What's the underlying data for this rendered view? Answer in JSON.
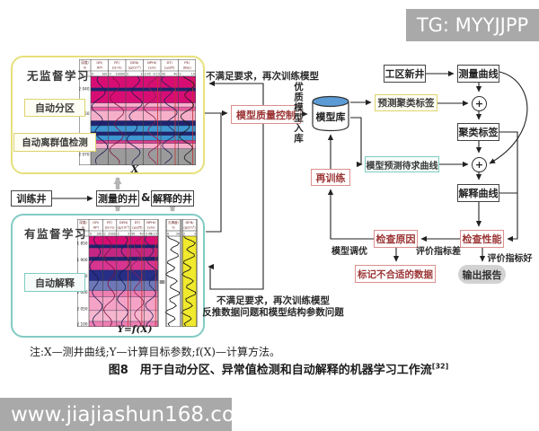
{
  "watermark_top": "TG: MYYJJPP",
  "watermark_bottom": "www.jiajiashun168.com",
  "colors": {
    "red_border": "#dd8f8f",
    "red_text": "#9c3535",
    "yellow_border": "#e7e07b",
    "teal_border": "#82cbc4",
    "gray_arrow": "#b4b4b4",
    "cylinder_top": "#5b9bd5",
    "report_bg": "#d2d2d2"
  },
  "unsupervised": {
    "title": "无监督学习",
    "auto_zone": "自动分区",
    "auto_outlier": "自动离群值检测",
    "x_label": "X"
  },
  "supervised": {
    "title": "有监督学习",
    "auto_interp": "自动解释",
    "y_label": "Y=f(X)"
  },
  "wells": {
    "train": "训练井",
    "measured": "测量的井",
    "amp": "&",
    "interpreted": "解释的井"
  },
  "flow": {
    "qc": "模型质量控制",
    "qc_to_lib_label": "优质模型入库",
    "model_lib": "模型库",
    "retrain": "再训练",
    "predict_cluster": "预测聚类标签",
    "predict_curve": "模型预测待求曲线",
    "new_well": "工区新井",
    "measured_curve": "测量曲线",
    "cluster_label": "聚类标签",
    "interp_curve": "解释曲线",
    "check_perf": "检查性能",
    "check_cause": "检查原因",
    "mark_bad": "标记不合适的数据",
    "output_report": "输出报告",
    "tune_label": "模型调优",
    "bad_metric": "评价指标差",
    "good_metric": "评价指标好",
    "feedback_top": "不满足要求，再次训练模型",
    "feedback_bottom1": "不满足要求，再次训练模型",
    "feedback_bottom2": "反推数据问题和模型结构参数问题",
    "plus": "+"
  },
  "note": "注:X—测井曲线;Y—计算目标参数;f(X)—计算方法。",
  "caption": "图8　用于自动分区、异常值检测和自动解释的机器学习工作流",
  "caption_ref": "[32]",
  "logs": {
    "top": {
      "columns": [
        {
          "n": "深度/m",
          "s": ""
        },
        {
          "n": "GR/API",
          "s": "0 100"
        },
        {
          "n": "RT/(Ω·m)",
          "s": "0 20000"
        },
        {
          "n": "DEN/(g/cm³)",
          "s": "2 3"
        },
        {
          "n": "NPHI/(v/v)",
          "s": "0.45 -0.15"
        },
        {
          "n": "DT/(μs/ft)",
          "s": "90 40"
        },
        {
          "n": "PE/(B/e)",
          "s": "0 10"
        }
      ],
      "depths": [
        "2 040",
        "2 050",
        "2 060",
        "2 070"
      ],
      "depth_fracs": [
        0.14,
        0.42,
        0.66,
        0.88
      ],
      "bands": [
        {
          "t": 0.0,
          "b": 0.13,
          "c": "#d80d74"
        },
        {
          "t": 0.13,
          "b": 0.165,
          "c": "#20246e"
        },
        {
          "t": 0.165,
          "b": 0.3,
          "c": "#d80d74"
        },
        {
          "t": 0.3,
          "b": 0.345,
          "c": "#f6afc9"
        },
        {
          "t": 0.345,
          "b": 0.385,
          "c": "#ee5f9f"
        },
        {
          "t": 0.385,
          "b": 0.5,
          "c": "#f6afc9"
        },
        {
          "t": 0.5,
          "b": 0.555,
          "c": "#20246e"
        },
        {
          "t": 0.555,
          "b": 0.625,
          "c": "#3e97d1"
        },
        {
          "t": 0.625,
          "b": 0.665,
          "c": "#20246e"
        },
        {
          "t": 0.665,
          "b": 0.72,
          "c": "#3e97d1"
        },
        {
          "t": 0.72,
          "b": 0.755,
          "c": "#d8438c"
        },
        {
          "t": 0.755,
          "b": 0.815,
          "c": "#f6afc9"
        },
        {
          "t": 0.815,
          "b": 1.0,
          "c": "#9b9b9b"
        }
      ]
    },
    "bottom": {
      "columns": [
        {
          "n": "深度/m",
          "s": ""
        },
        {
          "n": "GR/API",
          "s": "0 100"
        },
        {
          "n": "RT/(Ω·m)",
          "s": "0 2000"
        },
        {
          "n": "DEN/(g/cm³)",
          "s": "2 3"
        },
        {
          "n": "DT/(μs/ft)",
          "s": "90 40"
        },
        {
          "n": "NPHI/(v/v)",
          "s": "0.45 -0.15"
        }
      ],
      "depths": [
        "1 850",
        "1 900",
        "1 950",
        "2 000",
        "2 050",
        "2 100"
      ],
      "depth_fracs": [
        0.08,
        0.26,
        0.44,
        0.62,
        0.8,
        0.97
      ],
      "bands": [
        {
          "t": 0.0,
          "b": 0.095,
          "c": "#d80d74"
        },
        {
          "t": 0.095,
          "b": 0.13,
          "c": "#20246e"
        },
        {
          "t": 0.13,
          "b": 0.23,
          "c": "#c42684"
        },
        {
          "t": 0.23,
          "b": 0.27,
          "c": "#20246e"
        },
        {
          "t": 0.27,
          "b": 0.375,
          "c": "#d83590"
        },
        {
          "t": 0.375,
          "b": 0.49,
          "c": "#262e86"
        },
        {
          "t": 0.49,
          "b": 0.6,
          "c": "#6d79b6"
        },
        {
          "t": 0.6,
          "b": 0.67,
          "c": "#ee7fb2"
        },
        {
          "t": 0.67,
          "b": 0.82,
          "c": "#f4a3c6"
        },
        {
          "t": 0.82,
          "b": 0.94,
          "c": "#f6b6ce"
        },
        {
          "t": 0.94,
          "b": 1.0,
          "c": "#ee7fb2"
        }
      ],
      "equals": "=",
      "extra_columns": [
        {
          "n": "孔隙度/%",
          "s": "0 30",
          "fill": "#ffffff"
        },
        {
          "n": "DEN/(g/cm³)",
          "s": "2 3",
          "fill": "#f0e92c"
        }
      ]
    }
  }
}
